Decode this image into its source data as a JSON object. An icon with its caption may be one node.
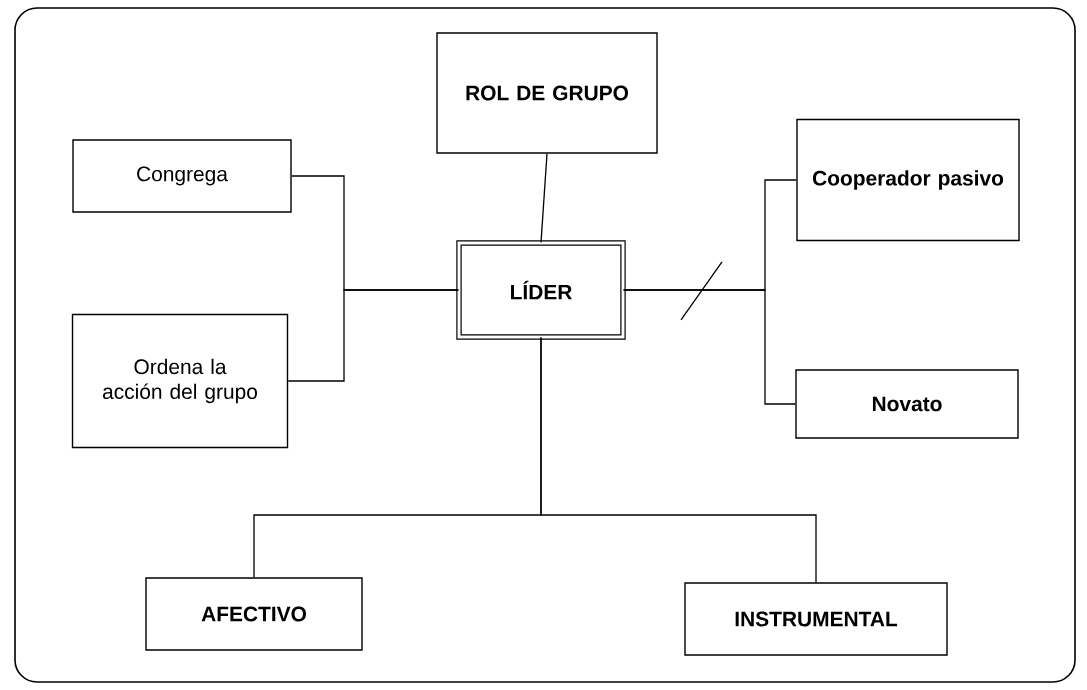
{
  "diagram": {
    "nodes": [
      {
        "text": [
          "ROL DE GRUPO"
        ]
      },
      {
        "text": [
          "Congrega"
        ]
      },
      {
        "text": [
          "Cooperador pasivo"
        ]
      },
      {
        "text": [
          "LÍDER"
        ]
      },
      {
        "text": [
          "Ordena la acción del grupo"
        ]
      },
      {
        "text": [
          "Novato"
        ]
      },
      {
        "text": [
          "AFECTIVO"
        ]
      },
      {
        "text": [
          "INSTRUMENTAL"
        ]
      }
    ],
    "edges": [
      {
        "from": 0,
        "to": 3,
        "arrow": "none"
      },
      {
        "from": 1,
        "to": 3,
        "arrow": "none"
      },
      {
        "from": 4,
        "to": 3,
        "arrow": "none"
      },
      {
        "from": 3,
        "to": 2,
        "arrow": "none"
      },
      {
        "from": 3,
        "to": 5,
        "arrow": "none"
      },
      {
        "from": 3,
        "to": 6,
        "arrow": "none"
      },
      {
        "from": 3,
        "to": 7,
        "arrow": "none"
      }
    ]
  }
}
